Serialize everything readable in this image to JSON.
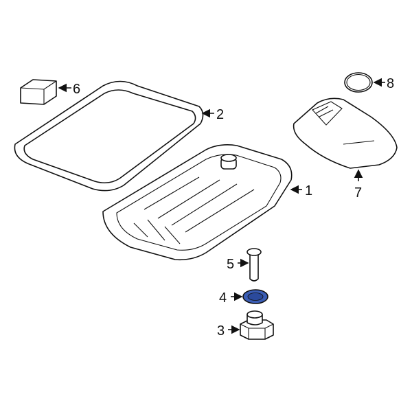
{
  "callouts": [
    {
      "number": "1",
      "part": "oil-pan"
    },
    {
      "number": "2",
      "part": "pan-gasket"
    },
    {
      "number": "3",
      "part": "drain-plug"
    },
    {
      "number": "4",
      "part": "drain-plug-seal"
    },
    {
      "number": "5",
      "part": "pan-bolt"
    },
    {
      "number": "6",
      "part": "sealant-pad"
    },
    {
      "number": "7",
      "part": "filter"
    },
    {
      "number": "8",
      "part": "filter-seal"
    }
  ],
  "colors": {
    "highlight": "#3a5db5",
    "line": "#111111"
  }
}
